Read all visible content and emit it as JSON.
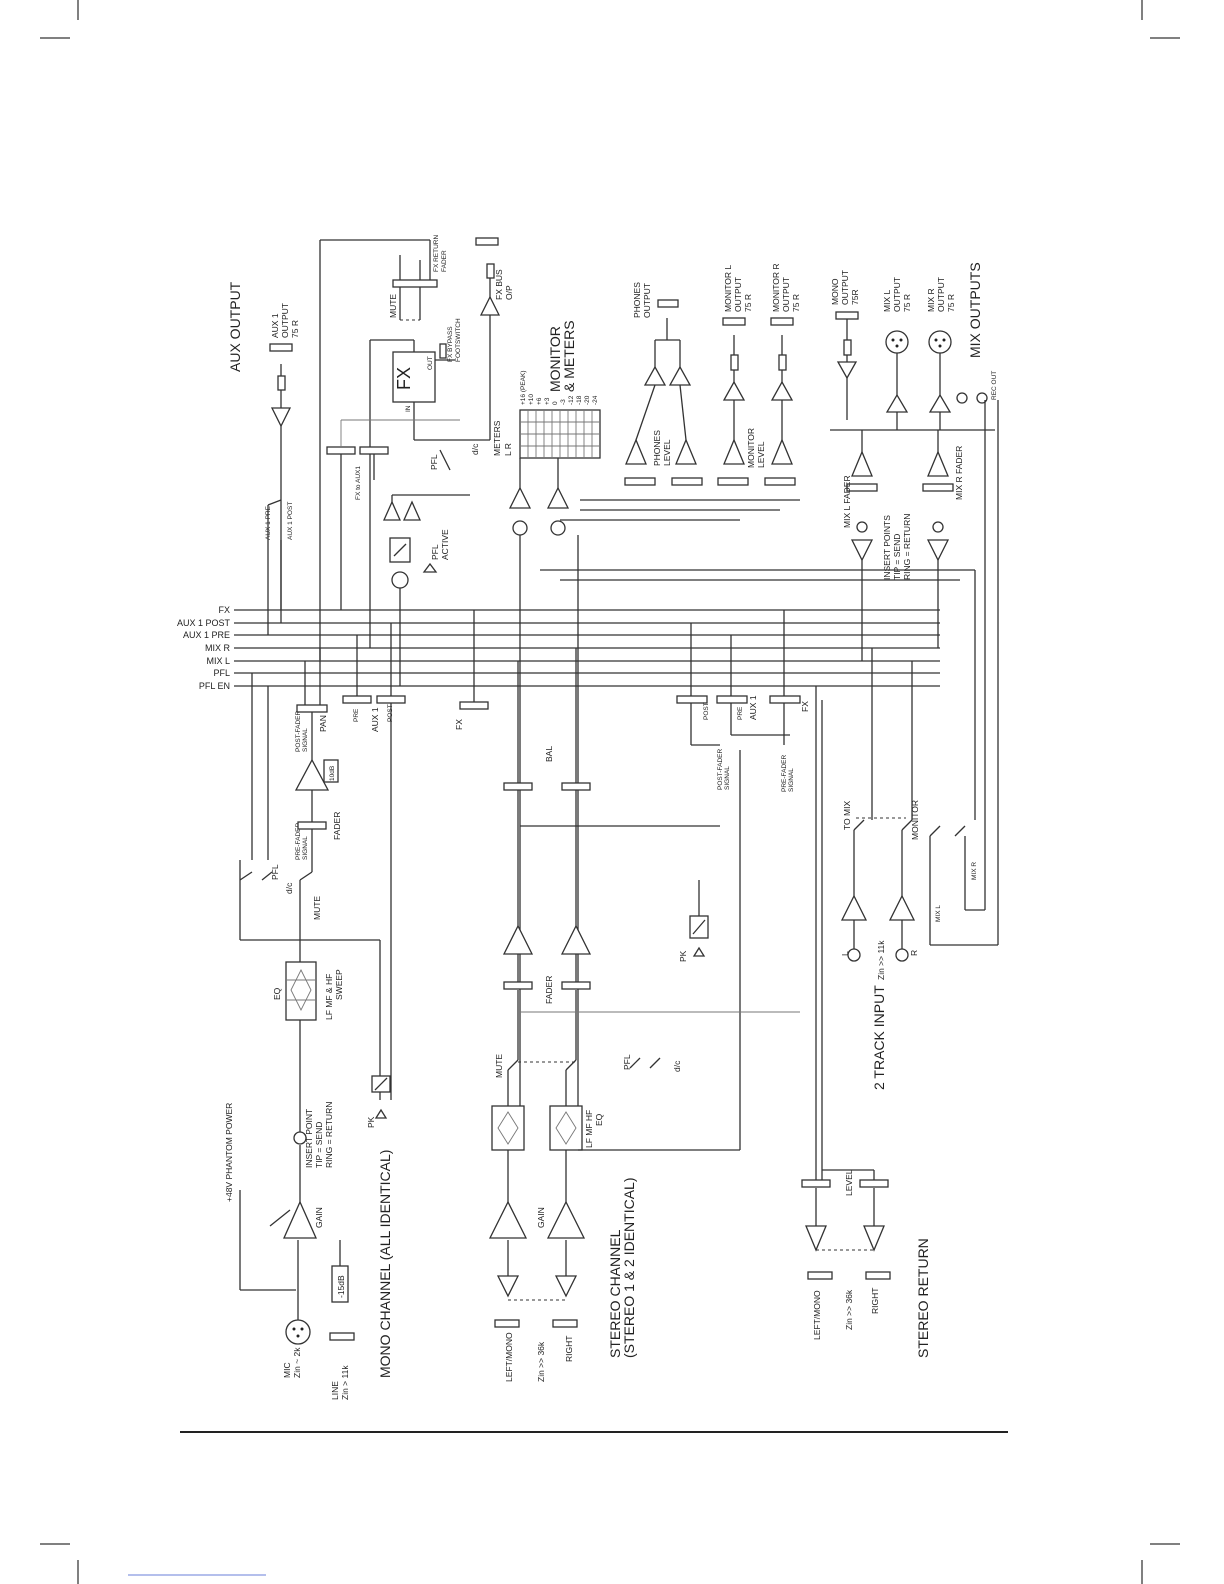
{
  "sections": {
    "aux_output": "AUX OUTPUT",
    "monitor_meters_1": "MONITOR",
    "monitor_meters_2": "& METERS",
    "mix_outputs": "MIX OUTPUTS",
    "mono_channel": "MONO CHANNEL (ALL IDENTICAL)",
    "stereo_channel_1": "STEREO CHANNEL",
    "stereo_channel_2": "(STEREO 1 & 2 IDENTICAL)",
    "two_track_input": "2 TRACK INPUT",
    "stereo_return": "STEREO RETURN"
  },
  "buses": [
    "FX",
    "AUX 1 POST",
    "AUX 1 PRE",
    "MIX R",
    "MIX L",
    "PFL",
    "PFL EN"
  ],
  "outputs": {
    "aux1_output": [
      "AUX 1",
      "OUTPUT",
      "75 R"
    ],
    "phones_output": [
      "PHONES",
      "OUTPUT"
    ],
    "monitor_l_output": [
      "MONITOR L",
      "OUTPUT",
      "75 R"
    ],
    "monitor_r_output": [
      "MONITOR R",
      "OUTPUT",
      "75 R"
    ],
    "mono_output": [
      "MONO",
      "OUTPUT",
      "75R"
    ],
    "mix_l_output": [
      "MIX L",
      "OUTPUT",
      "75 R"
    ],
    "mix_r_output": [
      "MIX R",
      "OUTPUT",
      "75 R"
    ],
    "rec_out": "REC OUT",
    "fx_bus_op": [
      "FX BUS",
      "O/P"
    ]
  },
  "fx_section": {
    "fx_block": "FX",
    "out": "OUT",
    "in": "IN",
    "mute": "MUTE",
    "fx_return_fader": [
      "FX RETURN",
      "FADER"
    ],
    "fx_bypass": [
      "FX BYPASS",
      "FOOTSWITCH"
    ],
    "fx_to_aux1": "FX to AUX1",
    "pfl": "PFL",
    "dc": "d/c"
  },
  "meters": {
    "title": "METERS",
    "lr": "L    R",
    "scale": [
      "+16 (PEAK)",
      "+10",
      "+6",
      "+3",
      "0",
      "-3",
      "-12",
      "-18",
      "-20",
      "-24"
    ]
  },
  "monitor_labels": {
    "phones_level": [
      "PHONES",
      "LEVEL"
    ],
    "monitor_level": [
      "MONITOR",
      "LEVEL"
    ],
    "mix_l_fader": "MIX L FADER",
    "mix_r_fader": "MIX R FADER",
    "insert_points": [
      "INSERT POINTS",
      "TIP = SEND",
      "RING = RETURN"
    ],
    "pfl_active": [
      "PFL",
      "ACTIVE"
    ],
    "aux1_pre": "AUX 1 PRE",
    "aux1_post": "AUX 1 POST"
  },
  "mono_channel": {
    "phantom": "+48V PHANTOM POWER",
    "mic": [
      "MIC",
      "Zin ~ 2k"
    ],
    "line": [
      "LINE",
      "Zin > 11k"
    ],
    "pad": "-15dB",
    "gain": "GAIN",
    "insert": [
      "INSERT POINT",
      "TIP = SEND",
      "RING = RETURN"
    ],
    "eq": "EQ",
    "eq_desc": [
      "LF  MF &  HF",
      "SWEEP"
    ],
    "pk": "PK",
    "mute": "MUTE",
    "dc": "d/c",
    "pfl": "PFL",
    "pre_fader": [
      "PRE-FADER",
      "SIGNAL"
    ],
    "fader": "FADER",
    "boost": "10dB",
    "post_fader": [
      "POST-FADER",
      "SIGNAL"
    ],
    "pan": "PAN",
    "aux1": "AUX 1",
    "pre": "PRE",
    "post": "POST",
    "fx": "FX"
  },
  "stereo_channel": {
    "left_mono": "LEFT/MONO",
    "zin": "Zin >> 36k",
    "right": "RIGHT",
    "gain": "GAIN",
    "eq": [
      "LF  MF HF",
      "EQ"
    ],
    "mute": "MUTE",
    "pfl": "PFL",
    "dc": "d/c",
    "fader": "FADER",
    "pk": "PK",
    "bal": "BAL",
    "post_fader": [
      "POST-FADER",
      "SIGNAL"
    ],
    "pre_fader": [
      "PRE-FADER",
      "SIGNAL"
    ],
    "post": "POST",
    "pre": "PRE",
    "aux1": "AUX 1",
    "fx": "FX"
  },
  "two_track": {
    "to_mix": "TO MIX",
    "monitor": "MONITOR",
    "l": "L",
    "r": "R",
    "zin": "Zin >> 11k",
    "mix_l": "MIX L",
    "mix_r": "MIX R"
  },
  "stereo_return": {
    "left_mono": "LEFT/MONO",
    "zin": "Zin >> 36k",
    "right": "RIGHT",
    "level": "LEVEL"
  }
}
